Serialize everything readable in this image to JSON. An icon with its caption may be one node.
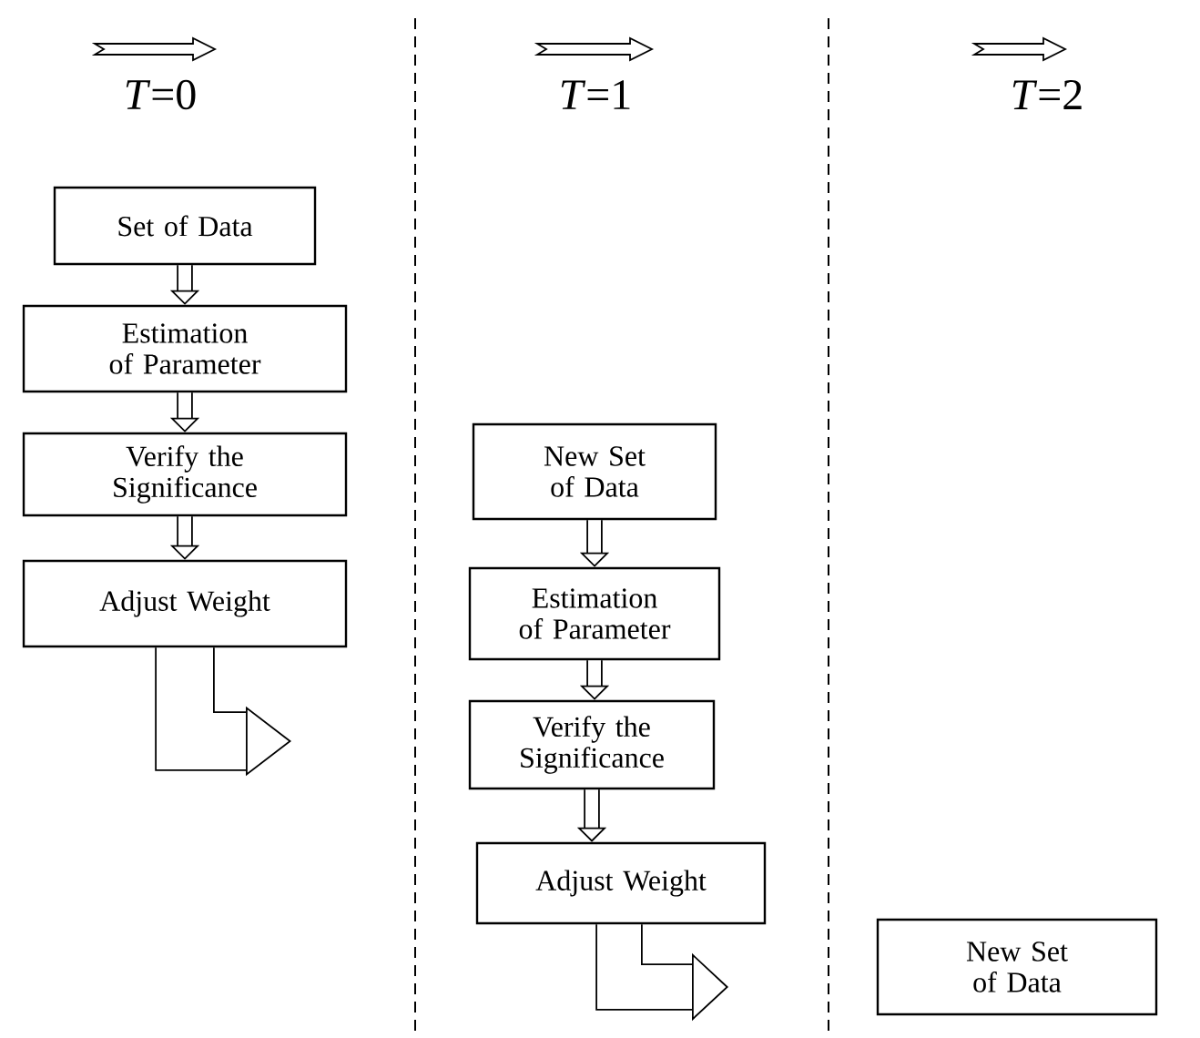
{
  "diagram": {
    "nodes": [
      {
        "text": [
          "Set of Data"
        ]
      },
      {
        "text": [
          "Estimation of Parameter"
        ]
      },
      {
        "text": [
          "Verify the Significance"
        ]
      },
      {
        "text": [
          "Adjust Weight"
        ]
      },
      {
        "text": [
          "New Set of Data"
        ]
      },
      {
        "text": [
          "Estimation of Parameter"
        ]
      },
      {
        "text": [
          "Verify the Significance"
        ]
      },
      {
        "text": [
          "Adjust Weight"
        ]
      },
      {
        "text": [
          "New Set of Data"
        ]
      }
    ],
    "edges": [
      {
        "from": 0,
        "to": 1,
        "arrow": "to"
      },
      {
        "from": 1,
        "to": 2,
        "arrow": "to"
      },
      {
        "from": 2,
        "to": 3,
        "arrow": "to"
      },
      {
        "from": 3,
        "to": null,
        "arrow": "to",
        "style": "thick"
      },
      {
        "from": 4,
        "to": 5,
        "arrow": "to"
      },
      {
        "from": 5,
        "to": 6,
        "arrow": "to"
      },
      {
        "from": 6,
        "to": 7,
        "arrow": "to"
      },
      {
        "from": 7,
        "to": null,
        "arrow": "to",
        "style": "thick"
      }
    ],
    "labels": [
      "*T*=0",
      "*T*=1",
      "*T*=2"
    ]
  }
}
